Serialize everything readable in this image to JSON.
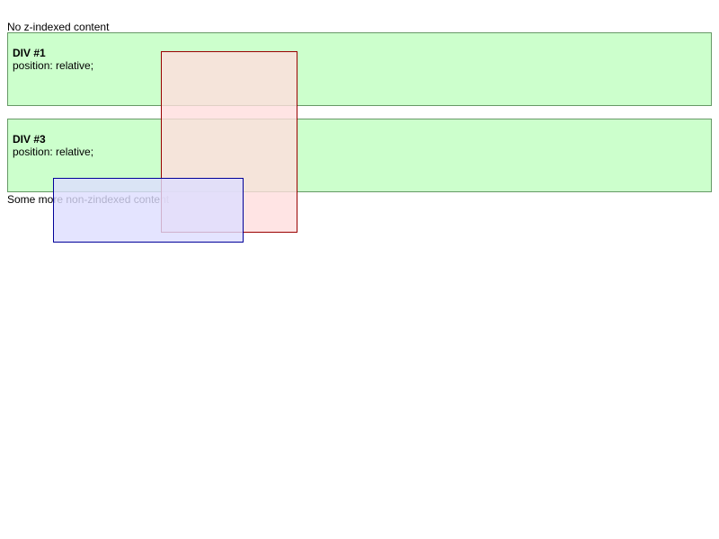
{
  "top_text": "No z-indexed content",
  "bottom_text": "Some more non-zindexed content",
  "div1": {
    "title": "DIV #1",
    "description": "position: relative;"
  },
  "div3": {
    "title": "DIV #3",
    "description": "position: relative;"
  },
  "colors": {
    "green_fill": "#ccffcc",
    "green_border": "#669966",
    "red_fill": "#ffdddd",
    "red_border": "#990000",
    "blue_fill": "#ddddff",
    "blue_border": "#000099"
  }
}
